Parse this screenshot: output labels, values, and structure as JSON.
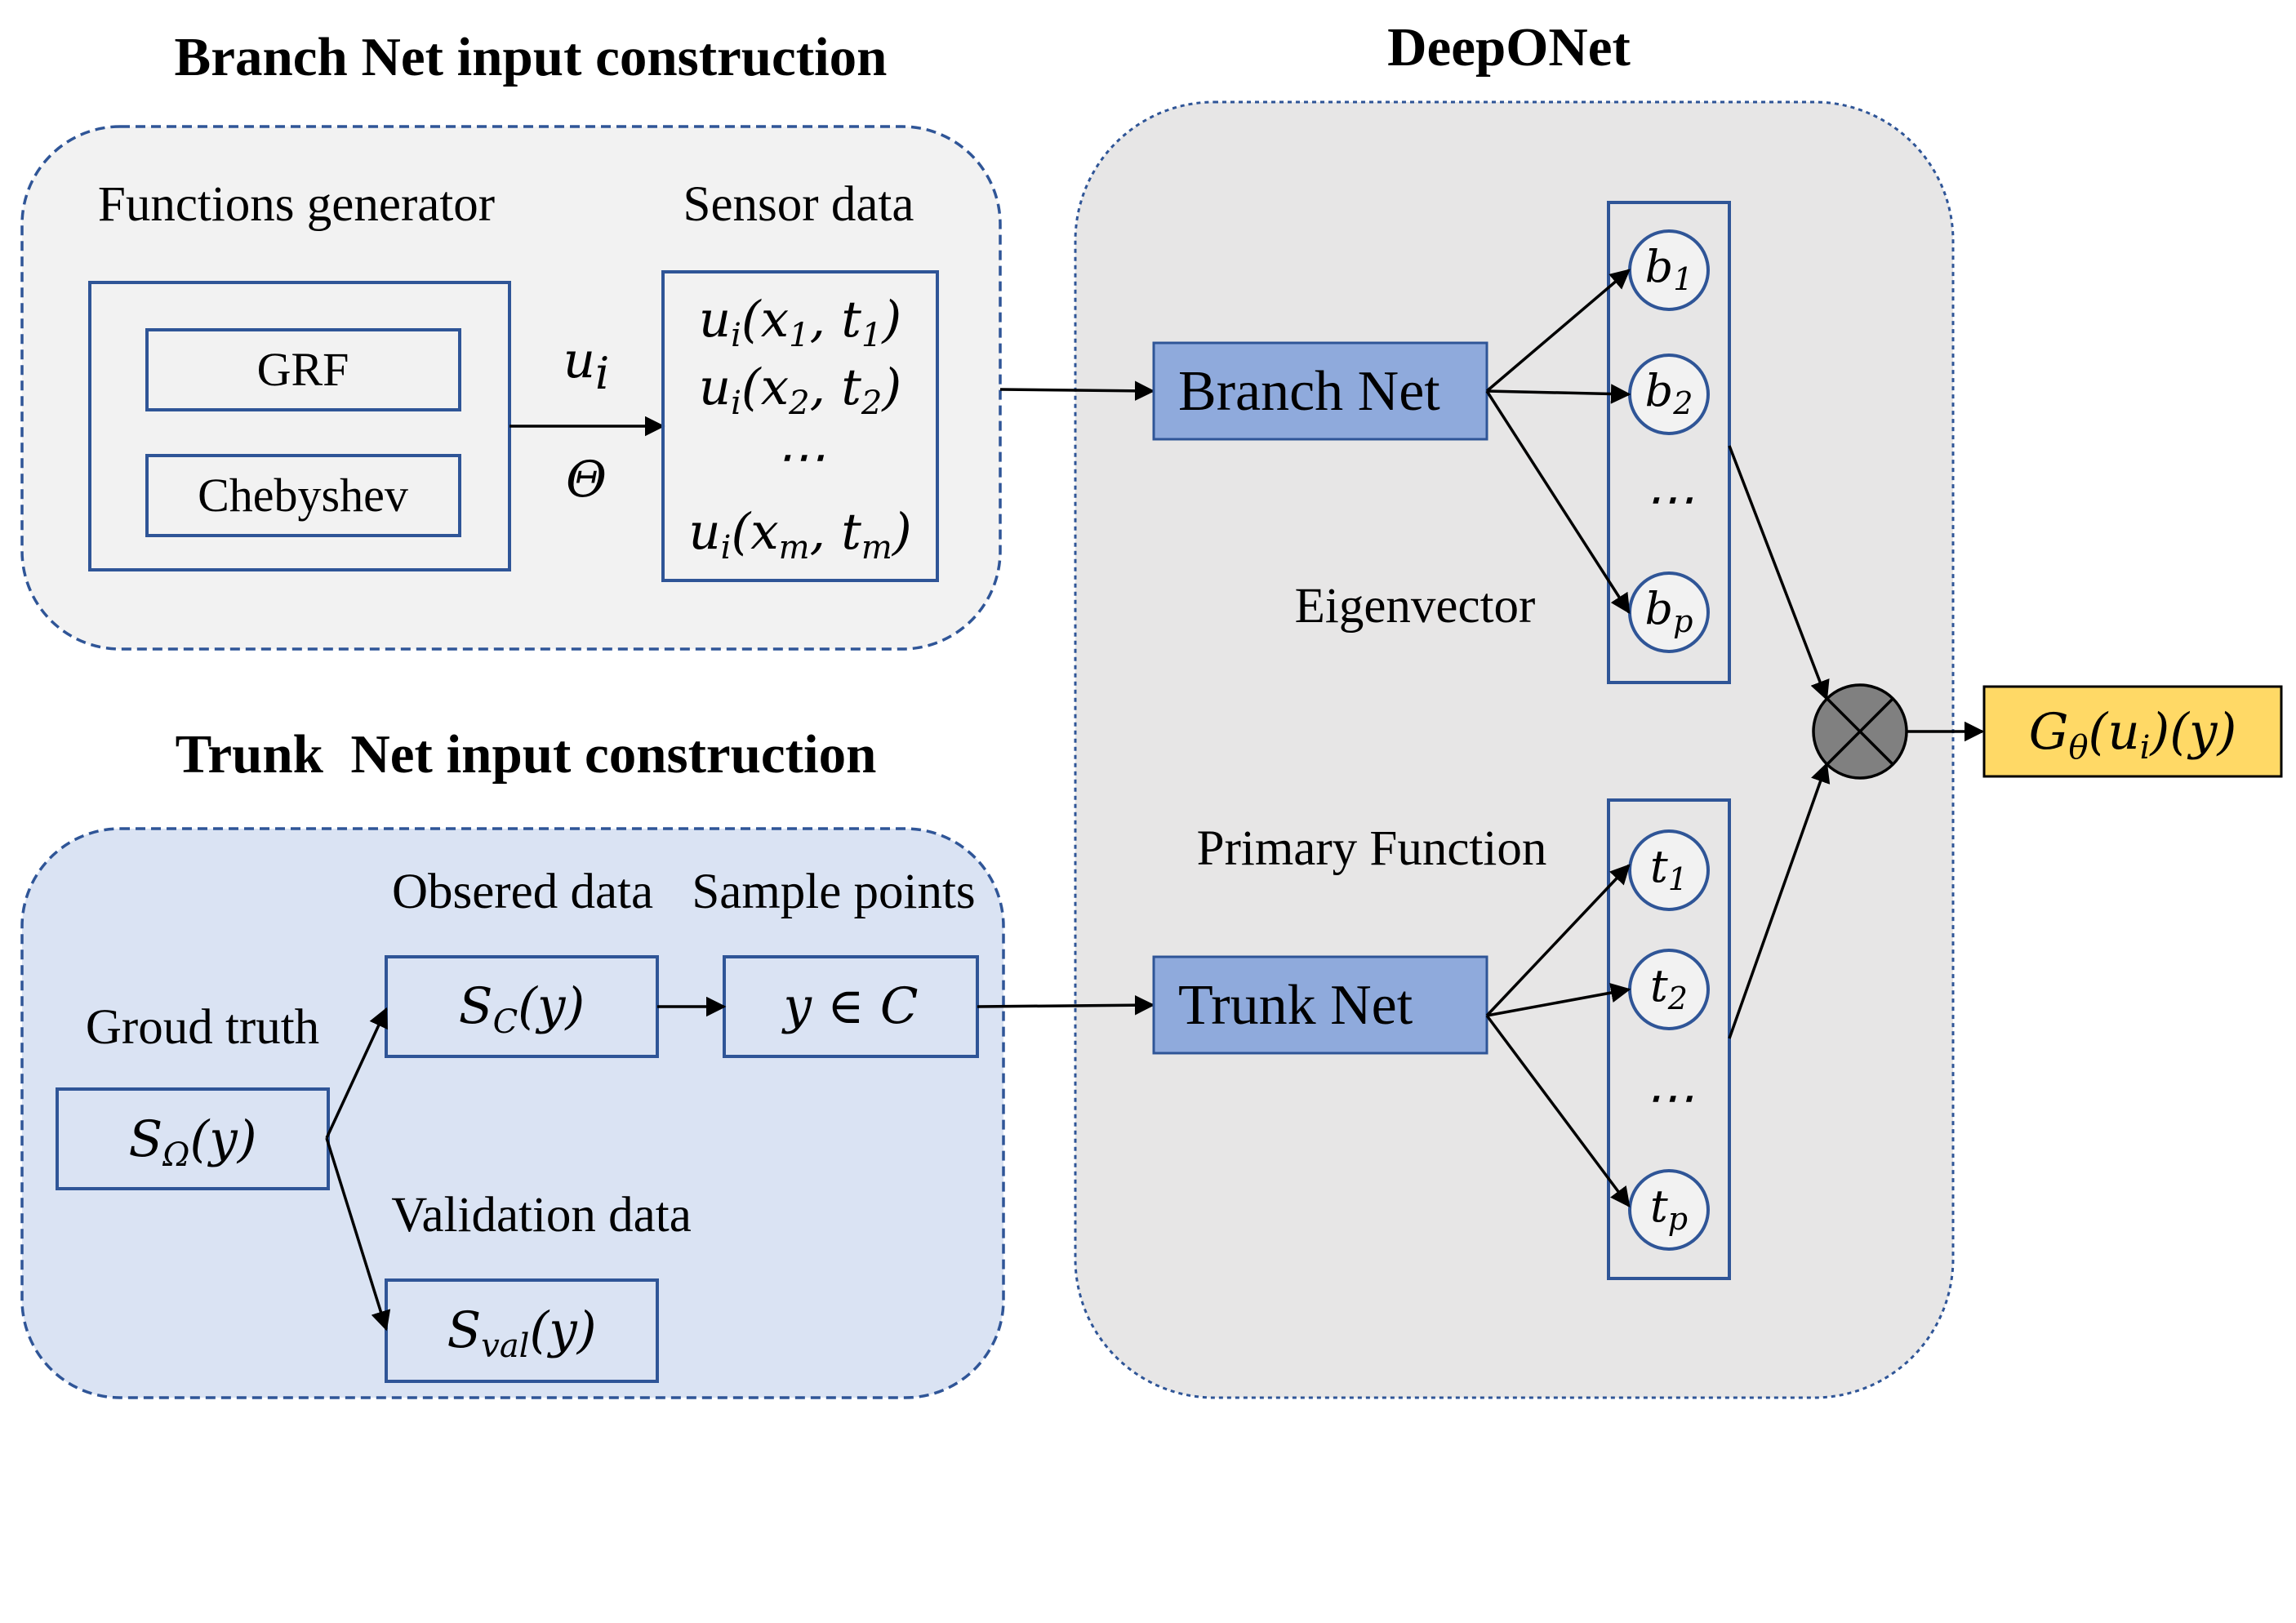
{
  "titles": {
    "branch_input": "Branch Net input construction",
    "deeponet": "DeepONet",
    "trunk_input": "Trunk  Net input construction"
  },
  "branch_input": {
    "functions_generator_label": "Functions generator",
    "sensor_data_label": "Sensor data",
    "grf": "GRF",
    "chebyshev": "Chebyshev",
    "arrow_label_top": "u",
    "arrow_label_top_sub": "i",
    "arrow_label_bottom": "Θ",
    "sensor_rows": [
      {
        "pre": "u",
        "sub": "i",
        "x": "x",
        "xs": "1",
        "t": "t",
        "ts": "1"
      },
      {
        "pre": "u",
        "sub": "i",
        "x": "x",
        "xs": "2",
        "t": "t",
        "ts": "2"
      },
      {
        "pre": "u",
        "sub": "i",
        "x": "x",
        "xs": "m",
        "t": "t",
        "ts": "m"
      }
    ],
    "sensor_ellipsis": "⋯"
  },
  "trunk_input": {
    "ground_truth_label": "Groud truth",
    "observed_label": "Obsered data",
    "sample_points_label": "Sample points",
    "validation_label": "Validation data",
    "s_omega": {
      "base": "S",
      "sub": "Ω",
      "arg": "(y)"
    },
    "s_c": {
      "base": "S",
      "sub": "C",
      "arg": "(y)"
    },
    "s_val": {
      "base": "S",
      "sub": "val",
      "arg": "(y)"
    },
    "y_in_c": "y ∈ C"
  },
  "deeponet": {
    "branch_net": "Branch Net",
    "trunk_net": "Trunk Net",
    "eigenvector_label": "Eigenvector",
    "primary_function_label": "Primary Function",
    "b_nodes": [
      {
        "base": "b",
        "sub": "1"
      },
      {
        "base": "b",
        "sub": "2"
      },
      {
        "base": "b",
        "sub": "p"
      }
    ],
    "t_nodes": [
      {
        "base": "t",
        "sub": "1"
      },
      {
        "base": "t",
        "sub": "2"
      },
      {
        "base": "t",
        "sub": "p"
      }
    ],
    "ellipsis": "⋯"
  },
  "output": {
    "base": "G",
    "sub": "θ",
    "mid": "(u",
    "mid_sub": "i",
    "tail": ")(y)"
  },
  "colors": {
    "branch_panel_fill": "#f2f2f2",
    "trunk_panel_fill": "#dae3f3",
    "deeponet_panel_fill": "#e7e6e6",
    "panel_border": "#2f5597",
    "net_fill": "#8faadc",
    "output_fill": "#ffd966",
    "multiply_fill": "#808080"
  }
}
